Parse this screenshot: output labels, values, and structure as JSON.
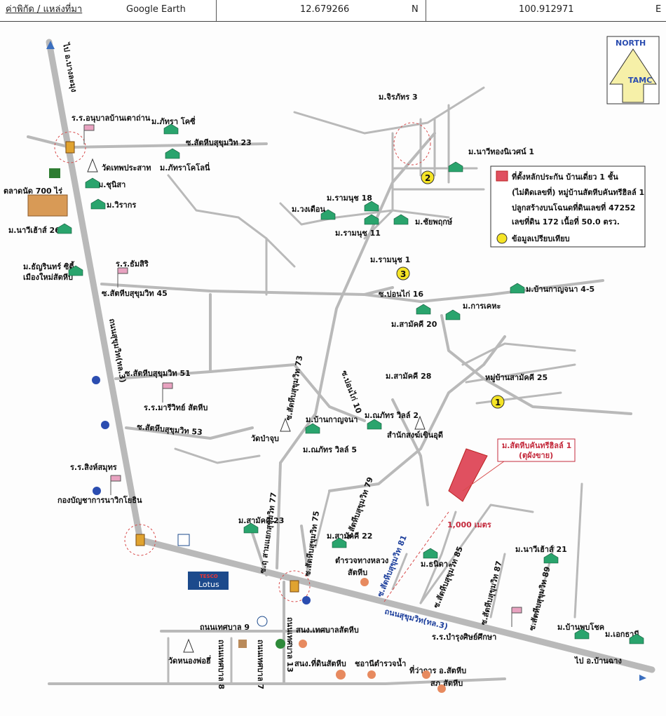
{
  "header": {
    "label": "ค่าพิกัด / แหล่งที่มา",
    "source": "Google Earth",
    "lat": "12.679266",
    "lat_dir": "N",
    "lon": "100.912971",
    "lon_dir": "E"
  },
  "north": {
    "title": "NORTH",
    "code": "TAMC"
  },
  "legend": {
    "subject_line1": "ที่ตั้งหลักประกัน บ้านเดี่ยว 1 ชั้น",
    "subject_line2": "(ไม่ติดเลขที่) หมู่บ้านสัตหีบคันทรีฮิลล์ 1",
    "subject_line3": "ปลูกสร้างบนโฉนดที่ดินเลขที่ 47252",
    "subject_line4": "เลขที่ดิน 172 เนื้อที่  50.0 ตรว.",
    "comparable": "ข้อมูลเปรียบเทียบ"
  },
  "subject_callout": {
    "line1": "ม.สัตหีบคันทรีฮิลล์ 1",
    "line2": "(ตุผังขาย)"
  },
  "distance": "1,000 เมตร",
  "comparables": [
    "1",
    "2",
    "3"
  ],
  "roads": {
    "main_vertical": "ถนนสุขุมวิท(ทล.3)",
    "main_bottom": "ถนนสุขุมวิท(ทล.3)",
    "to_north": "ไป อ.บางละมุง",
    "to_south": "ไป อ.บ้านฉาง",
    "s23": "ซ.สัตหีบสุขุมวิท 23",
    "s45": "ซ.สัตหีบสุขุมวิท 45",
    "s51": "ซ.สัตหีบสุขุมวิท 51",
    "s53": "ซ.สัตหีบสุขุมวิท 53",
    "s73": "ซ.สัตหีบสุขุมวิท 73",
    "s75": "ซ.สัตหีบสุขุมวิท 75",
    "s77": "ซ.ฤ สามแยกสุขุมวิท 77",
    "s79": "ซ.สัตหีบสุขุมวิท 79",
    "s81": "ซ.สัตหีบสุขุมวิท 81",
    "s85": "ซ.สัตหีบสุขุมวิท 85",
    "s87": "ซ.สัตหีบสุขุมวิท 87",
    "s89": "ซ.สัตหีบสุขุมวิท 89",
    "bonkai10": "ซ.บ่อนไก่ 10",
    "bonkai16": "ซ.บ่อนไก่ 16",
    "tessaban9": "ถนนเทศบาล 9",
    "tessaban7": "ถนนเทศบาล 7",
    "tessaban8": "ถนนเทศบาล 8",
    "tessaban13": "ถนนเทศบาล 13"
  },
  "places": {
    "hosp": "ร.ร.อนุบาลบ้านเตาถ่าน",
    "phattra_city": "ม.ภัทรา โคซี่",
    "phattra_colony": "ม.ภัทราโคโลนี่",
    "wat_thep": "วัดเทพประสาท",
    "chunisa": "ม.ชุนิสา",
    "wirakorn": "ม.วิรากร",
    "market": "ตลาดนัด 700 ไร่",
    "nawi26": "ม.นาวีเฮ้าส์ 26",
    "thanarin": "ม.ธัญรินทร์ ซิตี้",
    "muang_mai": "เมืองใหม่สัตหีบ",
    "school_sam": "ร.ร.ธัมสิริ",
    "school_mari": "ร.ร.มารีวิทย์ สัตหีบ",
    "school_sing": "ร.ร.สิงห์สมุทร",
    "army": "กองบัญชาการนาวิกโยธิน",
    "jiraphat": "ม.จิรภัทร 3",
    "nawi_thong": "ม.นาวีทองนิเวศน์ 1",
    "wongduen": "ม.วงเดือน",
    "ramnut18": "ม.รามนุช 18",
    "ramnut11": "ม.รามนุช 11",
    "chaipruek": "ม.ชัยพฤกษ์",
    "ramnut1": "ม.รามนุช 1",
    "kanchana45": "ม.บ้านกาญจนา 4-5",
    "karakate": "ม.การเคหะ",
    "samakkhi20": "ม.สามัคคี 20",
    "samakkhi28": "ม.สามัคคี 28",
    "samakkhi25": "หมู่บ้านสามัคคี 25",
    "kanchana": "ม.บ้านกาญจนา",
    "phatra2": "ม.ณภัทร วิลล์ 2",
    "phatra5": "ม.ณภัทร วิลล์ 5",
    "wat_pa": "วัดป่าจุบ",
    "songkhao": "สำนักสงฆ์เขินอุดี",
    "samakkhi23": "ม.สามัคคี 23",
    "samakkhi22": "ม.สามัคคี 22",
    "police": "ตำรวจทางหลวง",
    "police2": "สัตหีบ",
    "thanida": "ม.ธนิดา",
    "nawi21": "ม.นาวีเฮ้าส์ 21",
    "lotus_top": "TESCO",
    "lotus": "Lotus",
    "school_bamrung": "ร.ร.บำรุงศิษย์ศึกษา",
    "ban_phop": "ม.บ้านพบโชค",
    "ekthani": "ม.เอกธานี",
    "tessaban_office": "สนง.เทศบาลสัตหีบ",
    "land_office": "สนง.ที่ดินสัตหีบ",
    "police_station": "ชอานีตำรวจน้ำ",
    "district": "ที่ว่าการ อ.สัตหีบ",
    "post": "สภ.สัตหีบ",
    "wat_nong": "วัดหนองพ่อฮึ่"
  },
  "colors": {
    "road": "#b9b9b9",
    "subject": "#e05060",
    "comparable": "#f5e426",
    "north_fill": "#f6f0a8",
    "callout": "#c42a3c"
  }
}
